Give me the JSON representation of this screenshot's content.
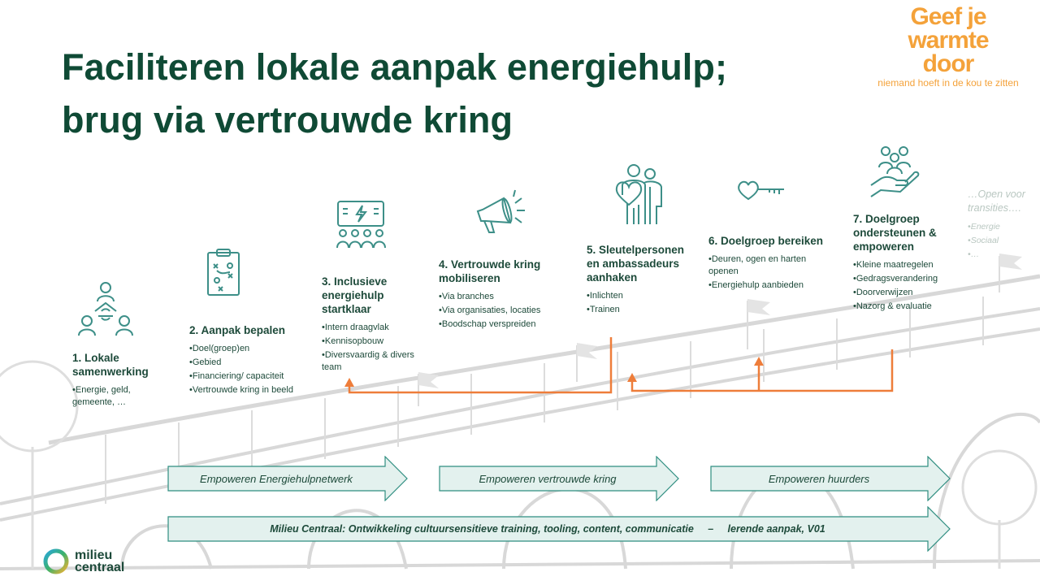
{
  "title": {
    "line1": "Faciliteren lokale aanpak energiehulp;",
    "line2": "brug via vertrouwde kring"
  },
  "logo": {
    "line1": "Geef je",
    "line2": "warmte",
    "line3": "door",
    "tagline": "niemand hoeft in de kou te zitten"
  },
  "steps": [
    {
      "title": "1. Lokale samenwerking",
      "bullets": [
        "Energie, geld, gemeente, …"
      ],
      "icon": "team-cycle-icon"
    },
    {
      "title": "2. Aanpak bepalen",
      "bullets": [
        "Doel(groep)en",
        "Gebied",
        "Financiering/ capaciteit",
        "Vertrouwde kring in beeld"
      ],
      "icon": "strategy-clipboard-icon"
    },
    {
      "title": "3. Inclusieve energiehulp startklaar",
      "bullets": [
        "Intern draagvlak",
        "Kennisopbouw",
        "Diversvaardig & divers team"
      ],
      "icon": "training-screen-icon"
    },
    {
      "title": "4. Vertrouwde kring mobiliseren",
      "bullets": [
        "Via branches",
        "Via organisaties, locaties",
        "Boodschap verspreiden"
      ],
      "icon": "megaphone-icon"
    },
    {
      "title": "5. Sleutelpersonen en ambassadeurs aanhaken",
      "bullets": [
        "Inlichten",
        "Trainen"
      ],
      "icon": "ambassadors-heart-icon"
    },
    {
      "title": "6. Doelgroep bereiken",
      "bullets": [
        "Deuren, ogen en harten openen",
        "Energiehulp aanbieden"
      ],
      "icon": "key-icon"
    },
    {
      "title": "7. Doelgroep ondersteunen & empoweren",
      "bullets": [
        "Kleine maatregelen",
        "Gedragsverandering",
        "Doorverwijzen",
        "Nazorg & evaluatie"
      ],
      "icon": "hand-people-icon"
    },
    {
      "title": "…Open voor transities….",
      "bullets": [
        "Energie",
        "Sociaal",
        "…"
      ]
    }
  ],
  "arrows": {
    "a1": "Empoweren Energiehulpnetwerk",
    "a2": "Empoweren vertrouwde kring",
    "a3": "Empoweren huurders",
    "wide": "Milieu Centraal: Ontwikkeling cultuursensitieve training, tooling, content, communicatie     –     lerende aanpak, V01"
  },
  "footer": {
    "brand1": "milieu",
    "brand2": "centraal"
  },
  "colors": {
    "title": "#0f4a35",
    "accent": "#f4a23a",
    "connector": "#ee7d3a",
    "arrowFill": "#e3f1ee",
    "arrowStroke": "#2f8e80",
    "iconTeal": "#3d8f88"
  }
}
